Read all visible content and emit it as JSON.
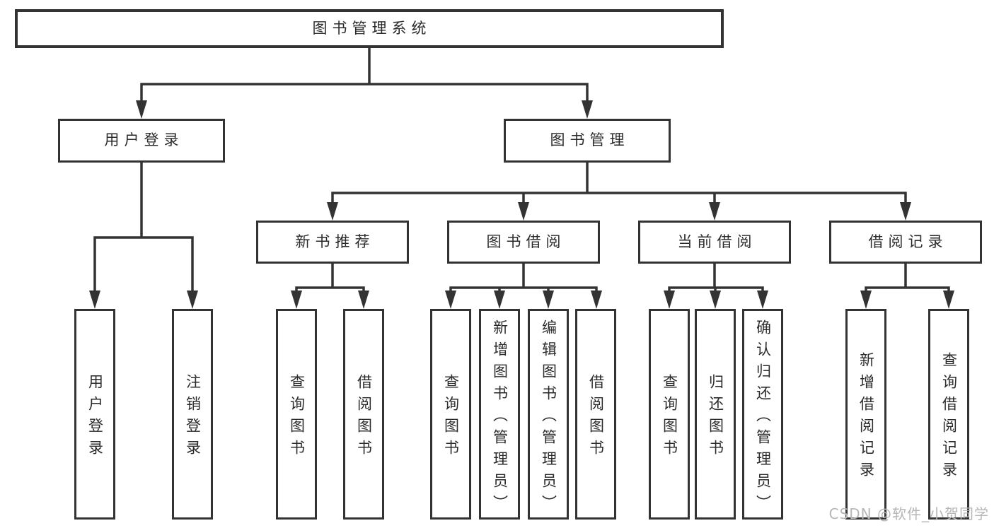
{
  "diagram": {
    "type": "hierarchy-tree",
    "tree": {
      "root": {
        "label": "图书管理系统",
        "children": [
          {
            "label": "用户登录",
            "children": [
              {
                "label": "用户登录"
              },
              {
                "label": "注销登录"
              }
            ]
          },
          {
            "label": "图书管理",
            "children": [
              {
                "label": "新书推荐",
                "children": [
                  {
                    "label": "查询图书"
                  },
                  {
                    "label": "借阅图书"
                  }
                ]
              },
              {
                "label": "图书借阅",
                "children": [
                  {
                    "label": "查询图书"
                  },
                  {
                    "label": "新增图书（管理员）"
                  },
                  {
                    "label": "编辑图书（管理员）"
                  },
                  {
                    "label": "借阅图书"
                  }
                ]
              },
              {
                "label": "当前借阅",
                "children": [
                  {
                    "label": "查询图书"
                  },
                  {
                    "label": "归还图书"
                  },
                  {
                    "label": "确认归还（管理员）"
                  }
                ]
              },
              {
                "label": "借阅记录",
                "children": [
                  {
                    "label": "新增借阅记录"
                  },
                  {
                    "label": "查询借阅记录"
                  }
                ]
              }
            ]
          }
        ]
      }
    },
    "colors": {
      "line": "#333333",
      "text": "#2b2b2b",
      "box_background": "#ffffff",
      "page_background": "#ffffff",
      "watermark": "#b6b6b6"
    }
  },
  "watermark": "CSDN @软件_小贺同学"
}
